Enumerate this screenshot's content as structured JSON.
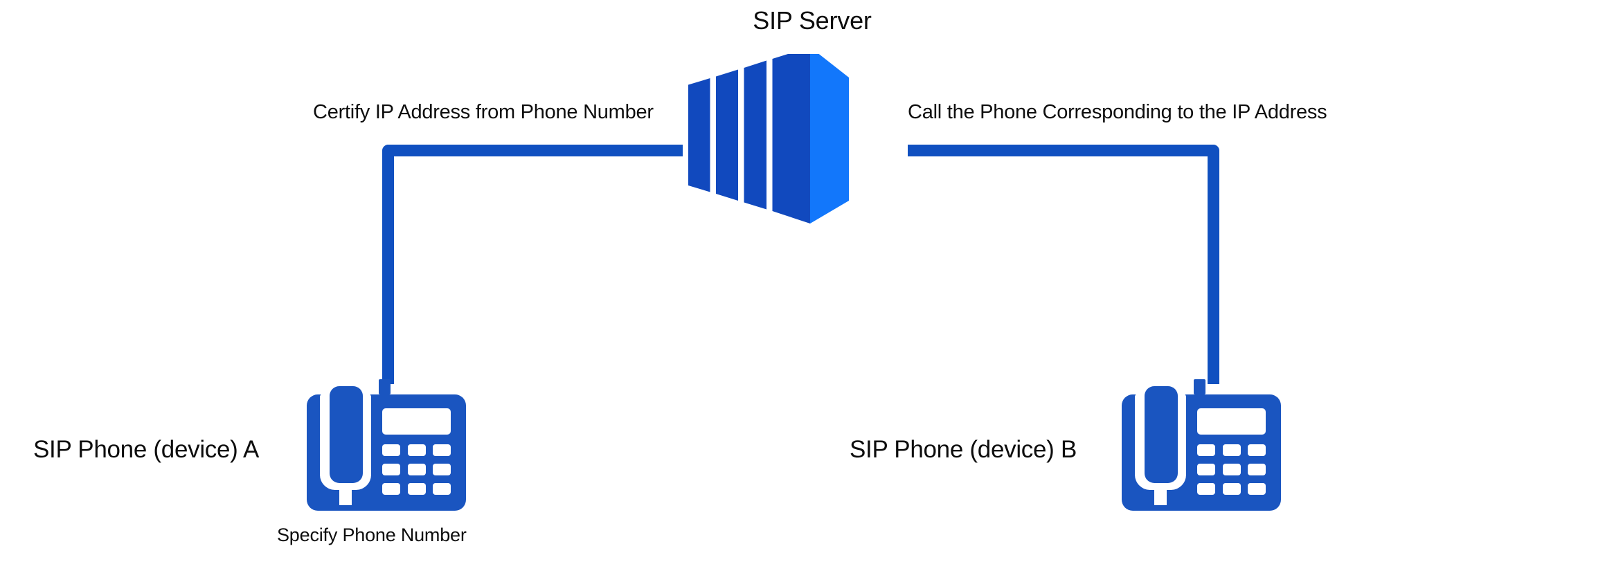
{
  "diagram": {
    "title": "SIP Server",
    "nodes": {
      "server": {
        "label": "SIP Server",
        "icon": "server-stack-icon"
      },
      "phone_a": {
        "label": "SIP Phone (device) A",
        "caption": "Specify Phone Number",
        "icon": "desk-phone-icon"
      },
      "phone_b": {
        "label": "SIP Phone (device) B",
        "icon": "desk-phone-icon"
      }
    },
    "edges": {
      "left": {
        "label": "Certify IP Address from Phone Number",
        "from": "SIP Phone (device) A",
        "to": "SIP Server"
      },
      "right": {
        "label": "Call the Phone Corresponding to the IP Address",
        "from": "SIP Server",
        "to": "SIP Phone (device) B"
      }
    },
    "colors": {
      "connector": "#1050c0",
      "server_dark": "#1149be",
      "server_light": "#1277fb",
      "phone_blue": "#1a55c0",
      "text": "#0d0d0d",
      "background": "#ffffff"
    }
  }
}
